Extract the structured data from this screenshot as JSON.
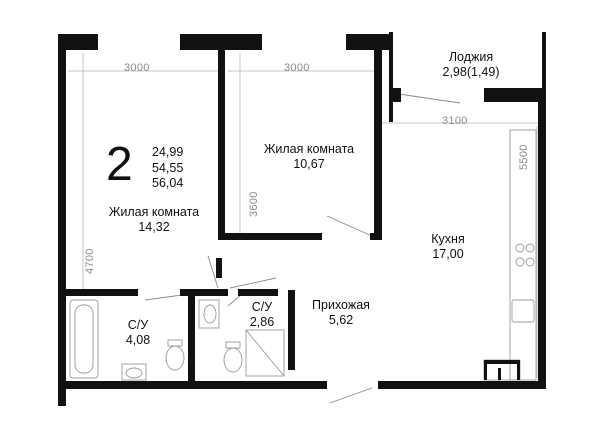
{
  "apartment": {
    "rooms_count": "2",
    "areas": [
      "24,99",
      "54,55",
      "56,04"
    ]
  },
  "rooms": [
    {
      "key": "living1",
      "name": "Жилая комната",
      "area": "14,32"
    },
    {
      "key": "living2",
      "name": "Жилая комната",
      "area": "10,67"
    },
    {
      "key": "loggia",
      "name": "Лоджия",
      "area": "2,98(1,49)"
    },
    {
      "key": "kitchen",
      "name": "Кухня",
      "area": "17,00"
    },
    {
      "key": "hall",
      "name": "Прихожая",
      "area": "5,62"
    },
    {
      "key": "bath1",
      "name": "С/У",
      "area": "4,08"
    },
    {
      "key": "bath2",
      "name": "С/У",
      "area": "2,86"
    }
  ],
  "dimensions": {
    "living1_width": "3000",
    "living2_width": "3000",
    "kitchen_width": "3100",
    "kitchen_depth": "5500",
    "living1_depth": "4700",
    "living2_depth": "3600"
  },
  "colors": {
    "wall": "#111111",
    "dim_line": "#9a9a9a",
    "fixture": "#9a9a9a"
  }
}
